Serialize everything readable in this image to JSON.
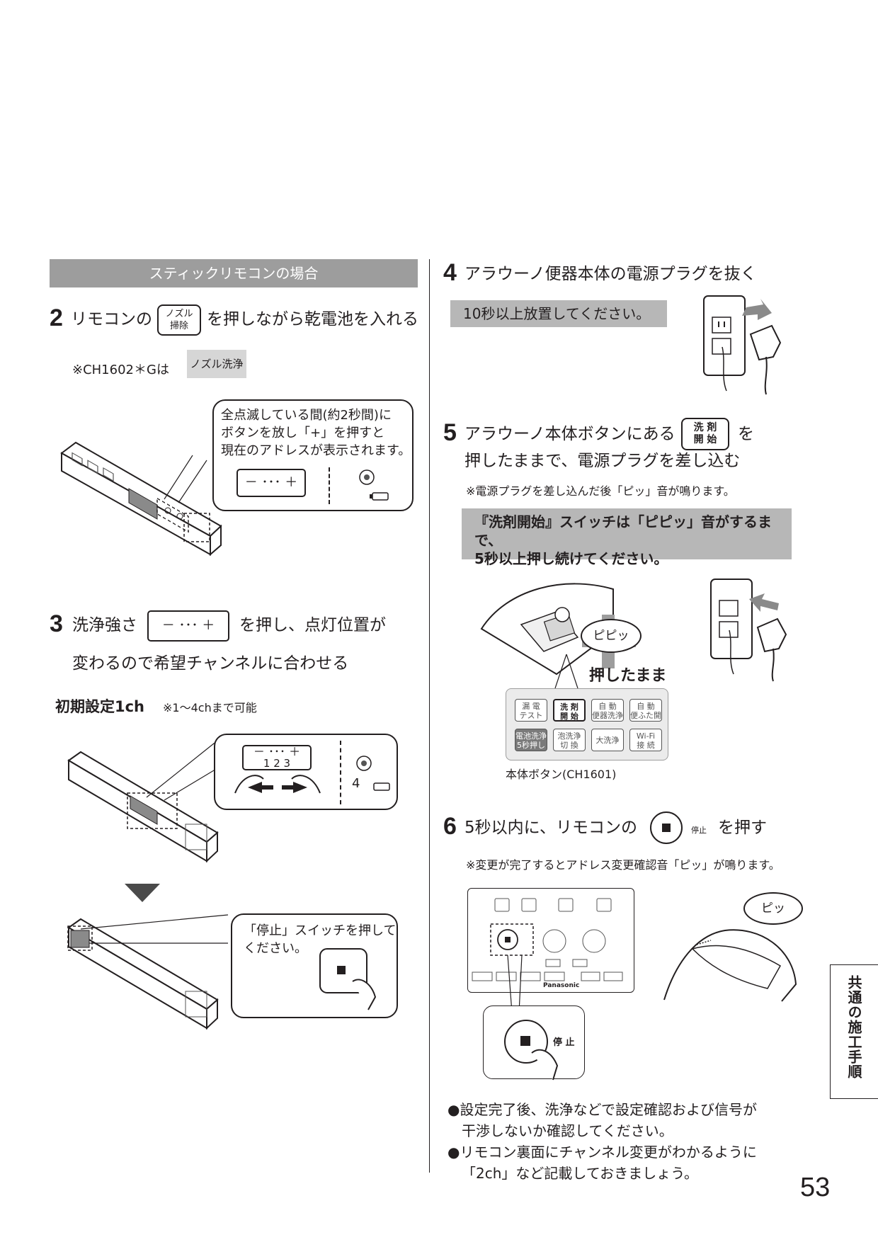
{
  "left": {
    "header": "スティックリモコンの場合",
    "step2": {
      "num": "2",
      "before": "リモコンの",
      "key_top": "ノズル",
      "key_bottom": "掃除",
      "after": "を押しながら乾電池を入れる",
      "note": "※CH1602＊Gは",
      "note_badge": "ノズル洗浄",
      "callout_line1": "全点滅している間(約2秒間)に",
      "callout_line2": "ボタンを放し「+」を押すと",
      "callout_line3": "現在のアドレスが表示されます。",
      "callout_display": "－ ･･･ ＋"
    },
    "step3": {
      "num": "3",
      "before": "洗浄強さ",
      "key": "－ ･･･ ＋",
      "after": "を押し、点灯位置が",
      "line2": "変わるので希望チャンネルに合わせる",
      "initial": "初期設定1ch",
      "initial_note": "※1〜4chまで可能",
      "display_top": "－ ･･･ ＋",
      "display_digits": "1 2 3",
      "channel4": "4"
    },
    "stop_callout_line1": "「停止」スイッチを押して",
    "stop_callout_line2": "ください。"
  },
  "right": {
    "step4": {
      "num": "4",
      "text": "アラウーノ便器本体の電源プラグを抜く",
      "box": "10秒以上放置してください。"
    },
    "step5": {
      "num": "5",
      "before": "アラウーノ本体ボタンにある",
      "key_top": "洗 剤",
      "key_bottom": "開 始",
      "after": "を",
      "line2": "押したままで、電源プラグを差し込む",
      "note": "※電源プラグを差し込んだ後「ピッ」音が鳴ります。",
      "box_line1": "『洗剤開始』スイッチは「ピピッ」音がするまで、",
      "box_line2": "5秒以上押し続けてください。",
      "bubble": "ピピッ",
      "hold_label": "押したまま",
      "panel_caption": "本体ボタン(CH1601)",
      "panel_buttons": [
        {
          "l1": "漏 電",
          "l2": "テスト"
        },
        {
          "l1": "洗 剤",
          "l2": "開 始"
        },
        {
          "l1": "自 動",
          "l2": "便器洗浄"
        },
        {
          "l1": "自 動",
          "l2": "便ふた開"
        },
        {
          "l1": "電池洗浄",
          "l2": "5秒押し"
        },
        {
          "l1": "泡洗浄",
          "l2": "切 換"
        },
        {
          "l1": "大洗浄",
          "l2": ""
        },
        {
          "l1": "Wi-Fi",
          "l2": "接 続"
        }
      ]
    },
    "step6": {
      "num": "6",
      "before": "5秒以内に、リモコンの",
      "stop_mark": "停止",
      "after": "を押す",
      "note": "※変更が完了するとアドレス変更確認音「ピッ」が鳴ります。",
      "bubble": "ピッ",
      "stop_label": "停 止",
      "brand": "Panasonic"
    },
    "bullet1_line1": "●設定完了後、洗浄などで設定確認および信号が",
    "bullet1_line2": "干渉しないか確認してください。",
    "bullet2_line1": "●リモコン裏面にチャンネル変更がわかるように",
    "bullet2_line2": "「2ch」など記載しておきましょう。"
  },
  "side_tab": "共通の施工手順",
  "page_number": "53"
}
